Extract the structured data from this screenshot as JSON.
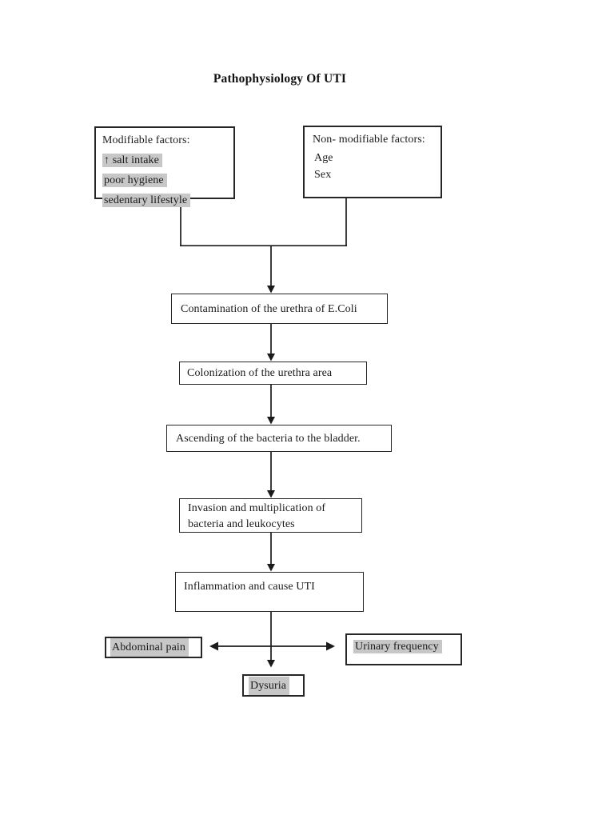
{
  "page": {
    "title": "Pathophysiology Of UTI"
  },
  "factors": {
    "modifiable": {
      "heading": "Modifiable factors:",
      "items": [
        "↑ salt intake",
        "poor hygiene",
        "sedentary lifestyle"
      ]
    },
    "non_modifiable": {
      "heading": "Non- modifiable factors:",
      "items": [
        "Age",
        "Sex"
      ]
    }
  },
  "flow": {
    "contamination": "Contamination of the urethra of E.Coli",
    "colonization": "Colonization of the urethra area",
    "ascending": "Ascending of the bacteria to the bladder.",
    "invasion": "Invasion and multiplication of bacteria and leukocytes",
    "inflammation": "Inflammation and cause UTI"
  },
  "symptoms": {
    "abdominal_pain": "Abdominal pain",
    "urinary_frequency": "Urinary frequency",
    "dysuria": "Dysuria"
  },
  "colors": {
    "highlight": "#c7c7c7",
    "line": "#1b1b1b",
    "border": "#262626",
    "background": "#ffffff"
  }
}
